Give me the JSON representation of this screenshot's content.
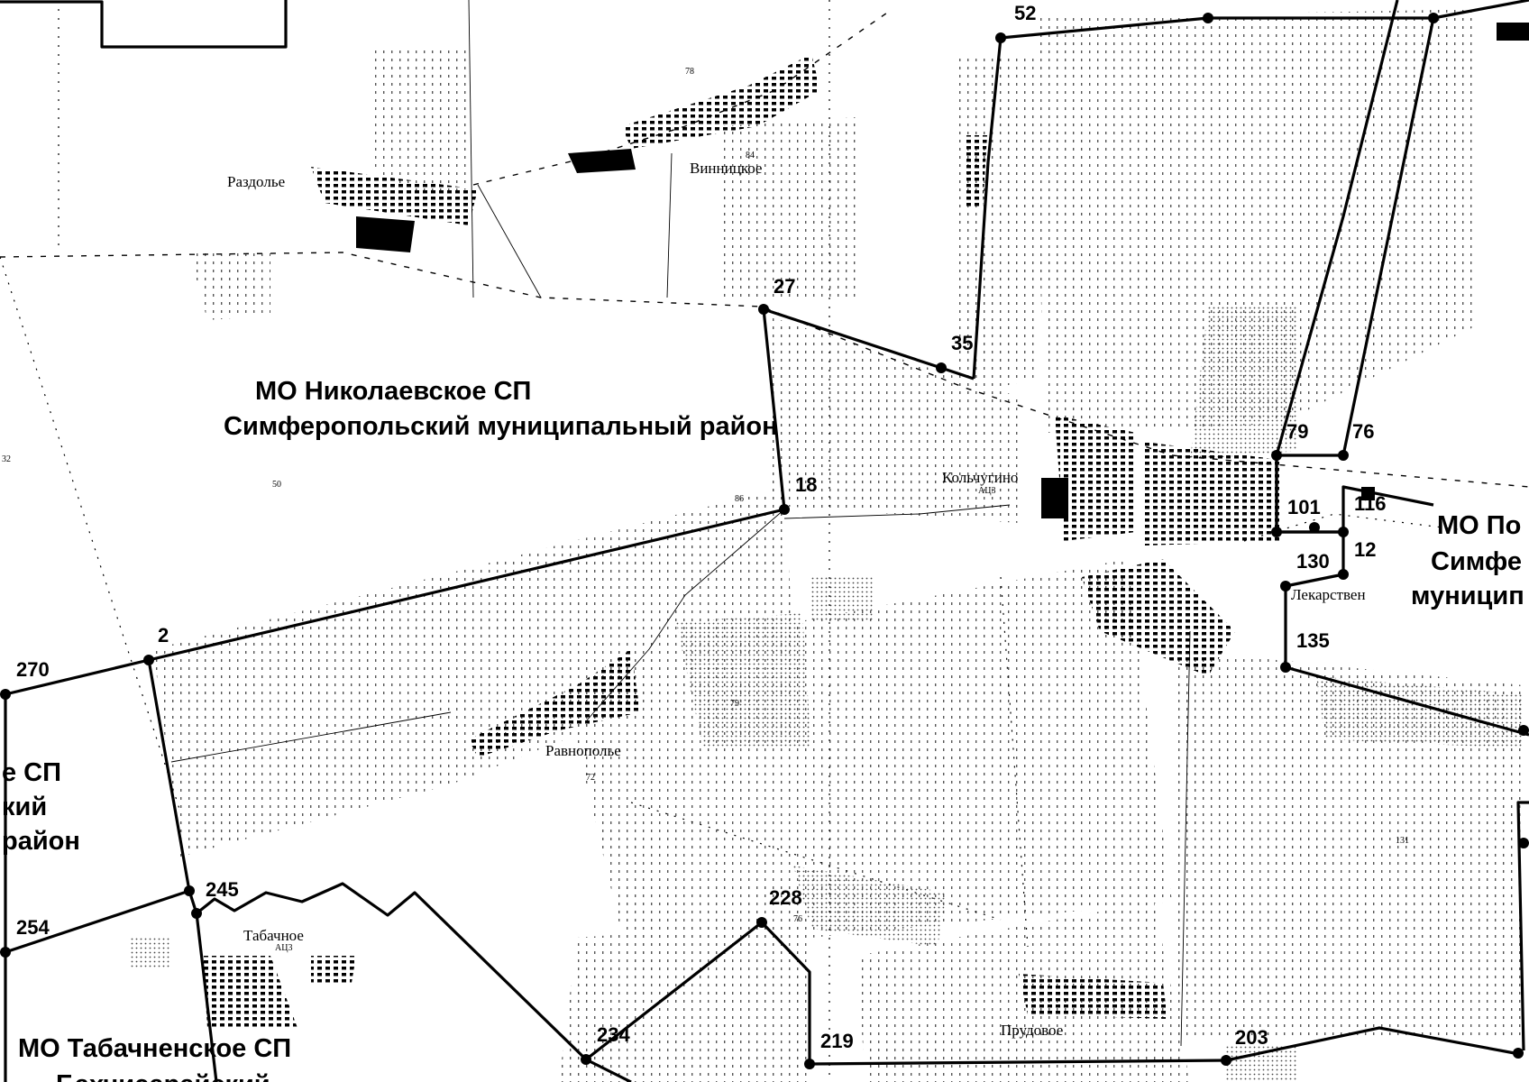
{
  "regions": {
    "nikolaevskoe_line1": "МО Николаевское СП",
    "nikolaevskoe_line2": "Симферопольский муниципальный район",
    "west_line1": "е СП",
    "west_line2": "кий",
    "west_line3": "район",
    "east_line1": "МО По",
    "east_line2": "Симфе",
    "east_line3": "муницип",
    "tabachnenskoe_line1": "МО Табачненское СП",
    "tabachnenskoe_line2": "Бахчисарайский"
  },
  "settlements": {
    "razdolye": "Раздолье",
    "vinnitskoe": "Винницкое",
    "kolchugino": "Кольчугино",
    "ravnopolye": "Равнополье",
    "tabachnoe": "Табачное",
    "prudovoe": "Прудовое",
    "lekarstvennoe": "Лекарствен"
  },
  "elevations": {
    "e78": "78",
    "e84": "84",
    "e32": "32",
    "e50": "50",
    "e86": "86",
    "e72": "72",
    "e76": "76",
    "e131": "131",
    "e79": "79",
    "atsk": "АЦ3",
    "atsk2": "АЦ3"
  },
  "points": {
    "p52": "52",
    "p27": "27",
    "p35": "35",
    "p18": "18",
    "p79": "79",
    "p76": "76",
    "p101": "101",
    "p116": "116",
    "p12": "12",
    "p130": "130",
    "p135": "135",
    "p2": "2",
    "p270": "270",
    "p245": "245",
    "p254": "254",
    "p228": "228",
    "p234": "234",
    "p219": "219",
    "p203": "203"
  }
}
